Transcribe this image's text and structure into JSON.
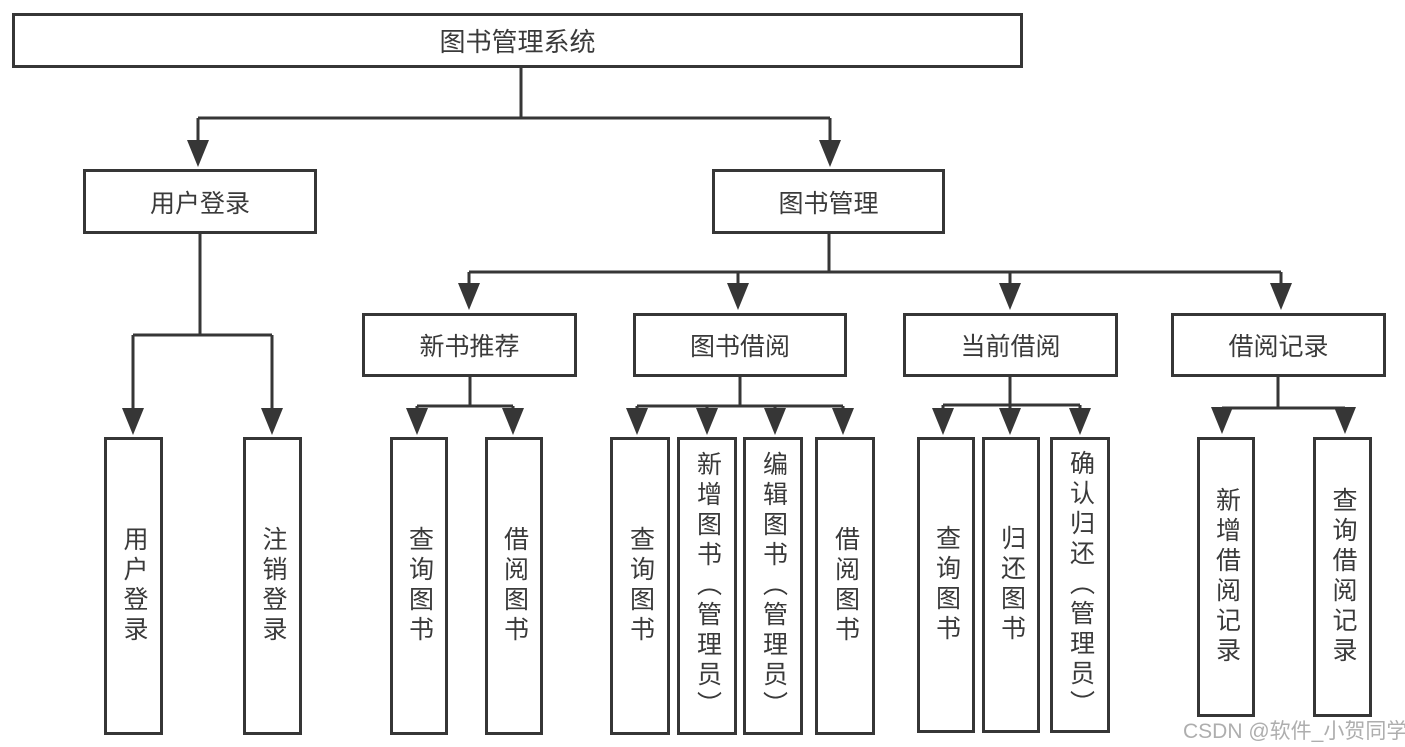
{
  "tree": {
    "label": "图书管理系统",
    "children": [
      {
        "label": "用户登录",
        "children": [
          {
            "label": "用户登录"
          },
          {
            "label": "注销登录"
          }
        ]
      },
      {
        "label": "图书管理",
        "children": [
          {
            "label": "新书推荐",
            "children": [
              {
                "label": "查询图书"
              },
              {
                "label": "借阅图书"
              }
            ]
          },
          {
            "label": "图书借阅",
            "children": [
              {
                "label": "查询图书"
              },
              {
                "label": "新增图书（管理员）"
              },
              {
                "label": "编辑图书（管理员）"
              },
              {
                "label": "借阅图书"
              }
            ]
          },
          {
            "label": "当前借阅",
            "children": [
              {
                "label": "查询图书"
              },
              {
                "label": "归还图书"
              },
              {
                "label": "确认归还（管理员）"
              }
            ]
          },
          {
            "label": "借阅记录",
            "children": [
              {
                "label": "新增借阅记录"
              },
              {
                "label": "查询借阅记录"
              }
            ]
          }
        ]
      }
    ]
  },
  "watermark": {
    "text": "CSDN @软件_小贺同学"
  },
  "colors": {
    "line": "#363636",
    "text": "#3a3a3a",
    "box_bg": "#ffffff",
    "watermark": "#aeaeae"
  }
}
